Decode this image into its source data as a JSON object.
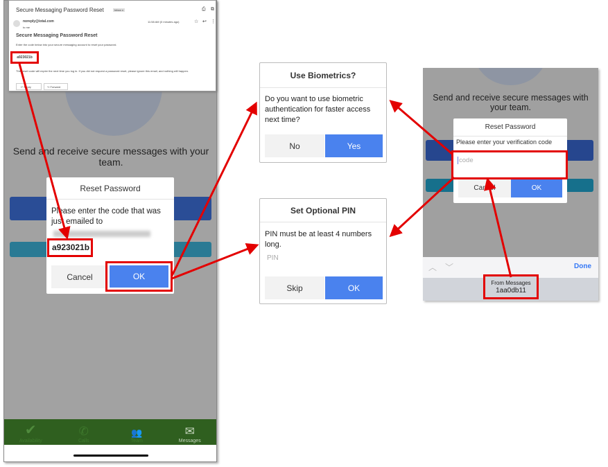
{
  "email": {
    "subject": "Secure Messaging Password Reset",
    "label": "Inbox x",
    "sender": "noreply@iotal.com",
    "to": "to me",
    "time": "11:58 AM (0 minutes ago)",
    "heading": "Secure Messaging Password Reset",
    "instruction": "Enter the code below into your secure messaging account to reset your password.",
    "code": "a923021b",
    "note": "This reset code will expire the next time you log in. If you did not request a password reset, please ignore this email, and nothing will happen.",
    "reply_label": "Reply",
    "forward_label": "Forward"
  },
  "main_phone": {
    "tagline": "Send and receive secure messages with your team.",
    "dialog": {
      "title": "Reset Password",
      "message": "Please enter the code that was just emailed to",
      "code_value": "a923021b",
      "cancel_label": "Cancel",
      "ok_label": "OK"
    },
    "tabs": [
      {
        "label": "Availability",
        "icon": "checkmark-icon"
      },
      {
        "label": "Calls",
        "icon": "phone-icon"
      },
      {
        "label": "Team",
        "icon": "team-icon"
      },
      {
        "label": "Messages",
        "icon": "envelope-icon",
        "active": true
      }
    ]
  },
  "biometrics_dialog": {
    "title": "Use Biometrics?",
    "message": "Do you want to use biometric authentication for faster access next time?",
    "no_label": "No",
    "yes_label": "Yes"
  },
  "pin_dialog": {
    "title": "Set Optional PIN",
    "message": "PIN must be at least 4 numbers long.",
    "placeholder": "PIN",
    "skip_label": "Skip",
    "ok_label": "OK"
  },
  "right_phone": {
    "tagline": "Send and receive secure messages with your team.",
    "dialog": {
      "title": "Reset Password",
      "message": "Please enter your verification code",
      "placeholder": "code",
      "cancel_label": "Cancel",
      "ok_label": "OK"
    },
    "keyboard": {
      "done_label": "Done",
      "suggestion_source": "From Messages",
      "suggestion_code": "1aa0db11"
    }
  },
  "colors": {
    "accent_blue": "#4a82ee",
    "annotation_red": "#e30000",
    "tabbar_green": "#2f5f1f"
  }
}
